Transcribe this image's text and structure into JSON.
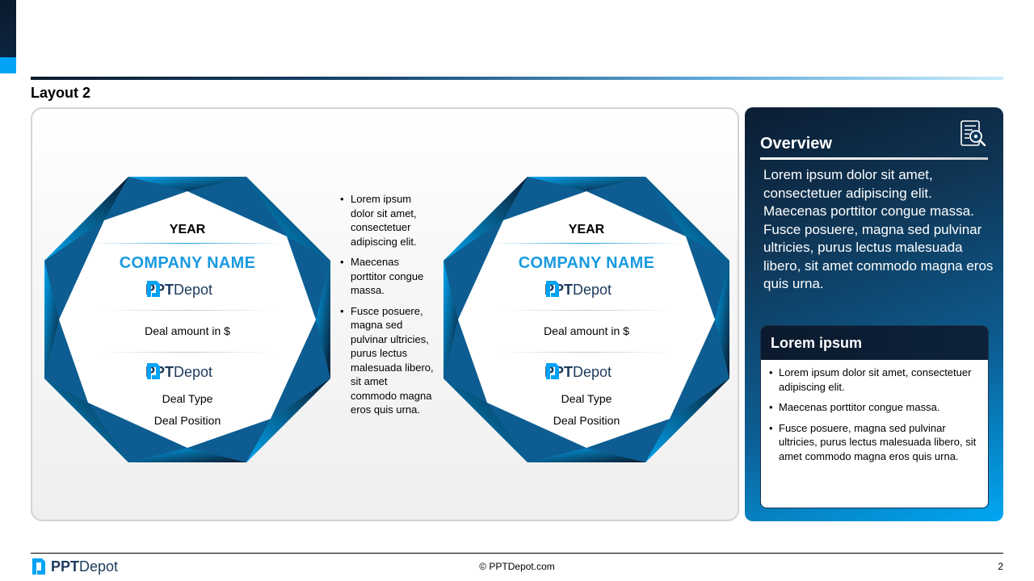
{
  "slide": {
    "title": "Layout 2",
    "page_number": "2",
    "copyright": "© PPTDepot.com"
  },
  "brand": {
    "logo_prefix": "PPT",
    "logo_suffix": "Depot",
    "colors": {
      "accent_blue": "#1a9ae0",
      "bright_blue": "#00a3f5",
      "navy": "#0b1a2e",
      "logo_text": "#1c3a5c"
    }
  },
  "cards": [
    {
      "year": "YEAR",
      "company": "COMPANY NAME",
      "deal_amount": "Deal amount in $",
      "deal_type": "Deal Type",
      "deal_position": "Deal Position"
    },
    {
      "year": "YEAR",
      "company": "COMPANY NAME",
      "deal_amount": "Deal amount in $",
      "deal_type": "Deal Type",
      "deal_position": "Deal Position"
    }
  ],
  "middle_bullets": [
    "Lorem ipsum dolor sit amet, consectetuer adipiscing elit.",
    "Maecenas porttitor congue massa.",
    "Fusce posuere, magna sed pulvinar ultricies, purus lectus malesuada libero, sit amet commodo magna eros quis urna."
  ],
  "overview": {
    "title": "Overview",
    "icon": "document-search-icon",
    "body": "Lorem ipsum dolor sit amet, consectetuer adipiscing elit. Maecenas porttitor congue massa. Fusce posuere, magna sed pulvinar ultricies, purus lectus malesuada libero, sit amet commodo magna eros quis urna.",
    "card": {
      "title": "Lorem ipsum",
      "bullets": [
        "Lorem ipsum dolor sit amet, consectetuer adipiscing elit.",
        "Maecenas porttitor congue massa.",
        "Fusce posuere, magna sed pulvinar ultricies, purus lectus malesuada libero, sit amet commodo magna eros quis urna."
      ]
    }
  }
}
